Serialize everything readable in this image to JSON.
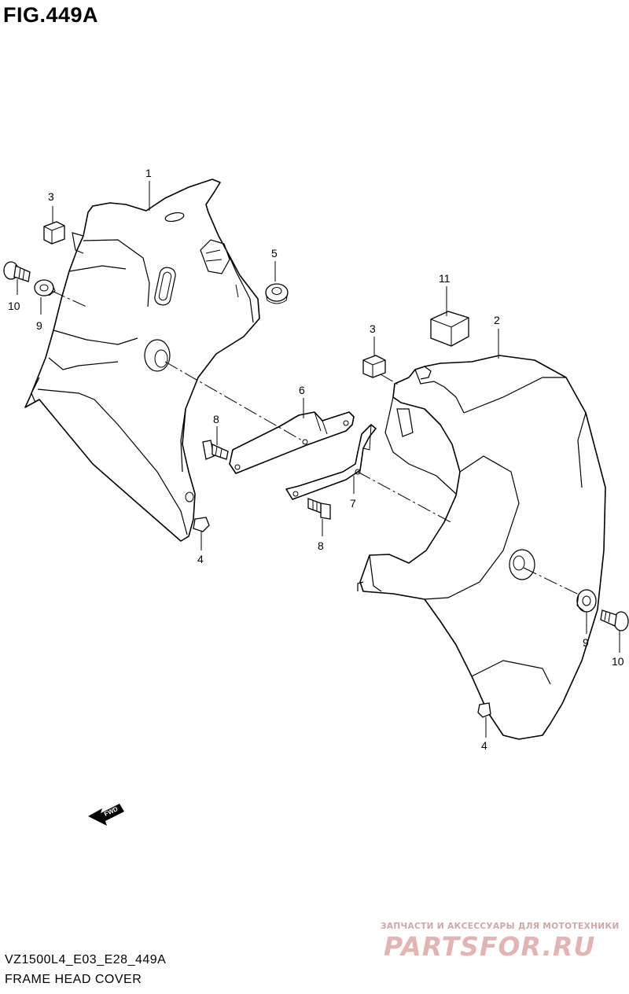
{
  "figure": {
    "title": "FIG.449A",
    "model_code": "VZ1500L4_E03_E28_449A",
    "name": "FRAME HEAD COVER"
  },
  "callouts": {
    "c1": "1",
    "c2": "2",
    "c3a": "3",
    "c3b": "3",
    "c4a": "4",
    "c4b": "4",
    "c5": "5",
    "c6": "6",
    "c7": "7",
    "c8a": "8",
    "c8b": "8",
    "c9a": "9",
    "c9b": "9",
    "c10a": "10",
    "c10b": "10",
    "c11": "11"
  },
  "fwd_label": "FWD",
  "watermark": {
    "tagline": "ЗАПЧАСТИ И АКСЕССУАРЫ ДЛЯ МОТОТЕХНИКИ",
    "logo": "PARTSFOR.RU"
  }
}
